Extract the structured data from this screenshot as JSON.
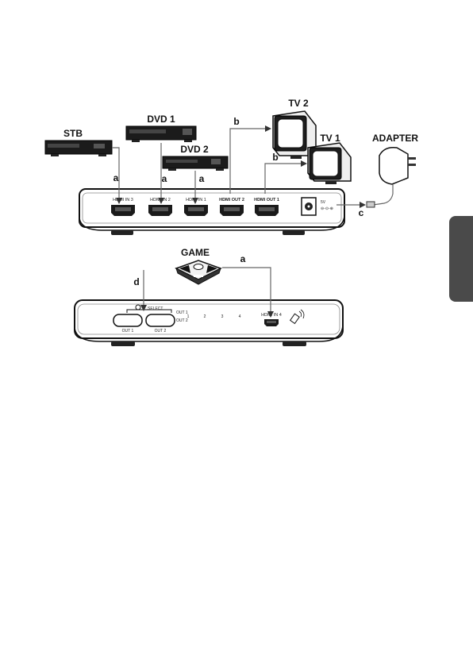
{
  "top": {
    "devices": {
      "stb": "STB",
      "dvd1": "DVD 1",
      "dvd2": "DVD 2",
      "tv2": "TV 2",
      "tv1": "TV 1",
      "adapter": "ADAPTER"
    },
    "ports": {
      "in3": "HDMI IN 3",
      "in2": "HDMI IN 2",
      "in1": "HDMI IN 1",
      "out2": "HDMI OUT 2",
      "out1": "HDMI OUT 1",
      "power": "5V"
    },
    "cables": {
      "a": "a",
      "b": "b",
      "c": "c"
    }
  },
  "bottom": {
    "game": "GAME",
    "cable_a": "a",
    "cable_d": "d",
    "select_label": "SELECT",
    "out1_button": "OUT 1",
    "out2_button": "OUT 2",
    "led_out1": "OUT 1",
    "led_out2": "OUT 2",
    "led_numbers": [
      "1",
      "2",
      "3",
      "4"
    ],
    "in4": "HDMI IN 4"
  }
}
